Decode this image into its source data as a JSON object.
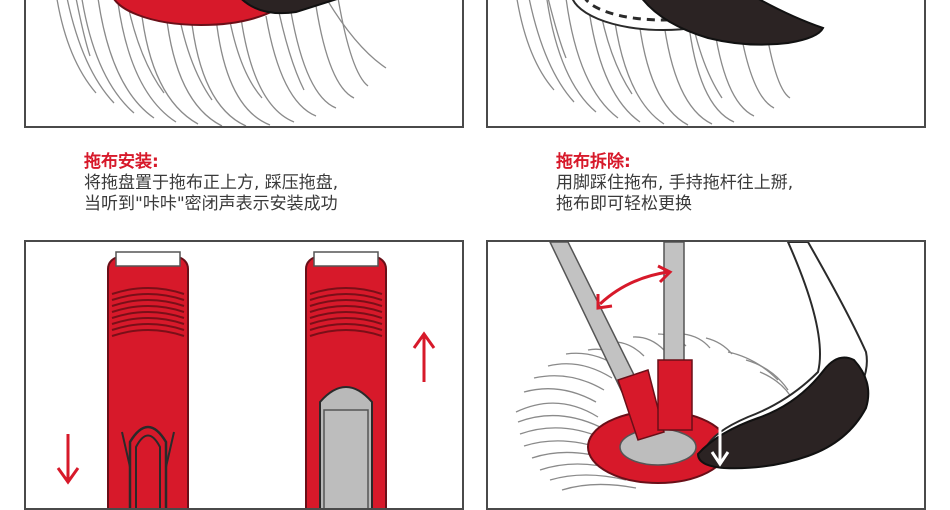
{
  "captions": {
    "install": {
      "title": "拖布安装:",
      "lines": [
        "将拖盘置于拖布正上方, 踩压拖盘,",
        "当听到\"咔咔\"密闭声表示安装成功"
      ]
    },
    "remove": {
      "title": "拖布拆除:",
      "lines": [
        "用脚踩住拖布, 手持拖杆往上掰,",
        "拖布即可轻松更换"
      ]
    }
  },
  "colors": {
    "accent_red": "#d7192a",
    "dark_red": "#9e1220",
    "border": "#4a4a4a",
    "shoe": "#2b2323",
    "pole_gray": "#c2c2c2"
  },
  "icons": [
    "arrow-down-icon",
    "arrow-up-icon",
    "curved-double-arrow-icon",
    "arrow-down-white-icon"
  ]
}
